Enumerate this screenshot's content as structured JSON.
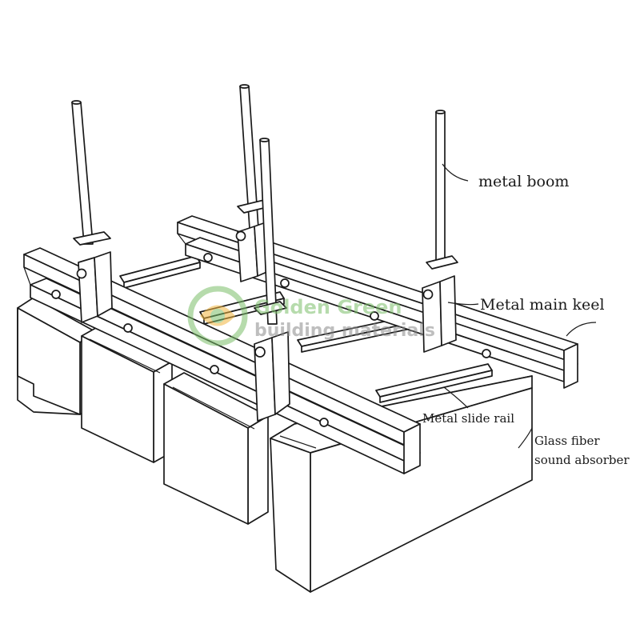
{
  "labels": {
    "metal_boom": "metal boom",
    "metal_main_keel": "Metal main keel",
    "metal_slide_rail": "Metal slide rail",
    "glass_fiber_line1": "Glass fiber",
    "glass_fiber_line2": "sound absorber"
  },
  "watermark": {
    "line1": "Golden Green",
    "line2": "building materials",
    "color": "#7bbf6a",
    "accent": "#f2b640"
  },
  "colors": {
    "line": "#1a1a1a",
    "background": "#ffffff"
  }
}
